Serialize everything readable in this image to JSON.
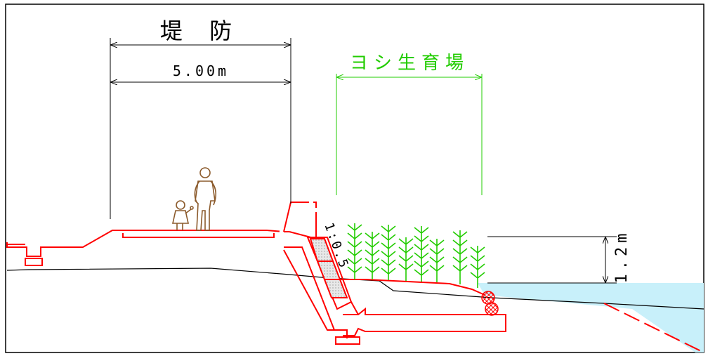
{
  "labels": {
    "embankment_title": "堤 防",
    "embankment_width": "5.00m",
    "reed_zone_title": "ヨシ生育場",
    "slope_ratio": "1:0.5",
    "height_value": "1.2m"
  },
  "colors": {
    "structure": "#ff0000",
    "reed": "#22cc00",
    "water": "#c8f0fa",
    "ground": "#000000",
    "figure": "#8b5a2b",
    "dimension": "#000000"
  },
  "icons": {
    "people": "adult-and-child-figures-icon",
    "gabion": "gabion-mesh-icon",
    "reed": "reed-plant-icon"
  }
}
